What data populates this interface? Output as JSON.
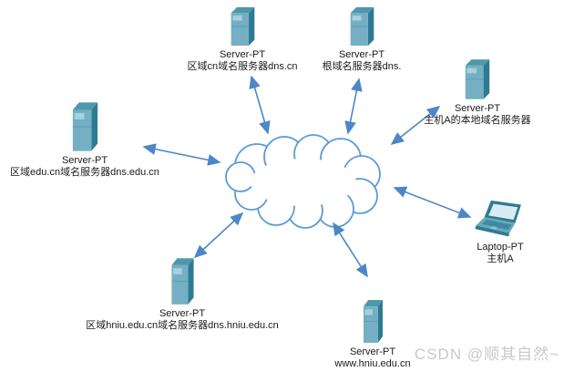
{
  "watermark": "CSDN @顺其自然~",
  "colors": {
    "arrow": "#4c87c8",
    "cloud_outline": "#5b9bd5",
    "device_teal": "#74afc3",
    "watermark": "#c9c9c9",
    "text": "#1a1a1a"
  },
  "devices": [
    {
      "id": "dns-cn",
      "type": "server",
      "model": "Server-PT",
      "label": "区域cn域名服务器dns.cn"
    },
    {
      "id": "dns-root",
      "type": "server",
      "model": "Server-PT",
      "label": "根域名服务器dns."
    },
    {
      "id": "dns-local",
      "type": "server",
      "model": "Server-PT",
      "label": "主机A的本地域名服务器"
    },
    {
      "id": "dns-edu-cn",
      "type": "server",
      "model": "Server-PT",
      "label": "区域edu.cn域名服务器dns.edu.cn"
    },
    {
      "id": "dns-hniu",
      "type": "server",
      "model": "Server-PT",
      "label": "区域hniu.edu.cn域名服务器dns.hniu.edu.cn"
    },
    {
      "id": "www-server",
      "type": "server",
      "model": "Server-PT",
      "label": "www.hniu.edu.cn"
    },
    {
      "id": "laptop",
      "type": "laptop",
      "model": "Laptop-PT",
      "label": "主机A"
    }
  ],
  "connections": [
    {
      "from": "cloud",
      "to": "dns-cn",
      "bidirectional": true
    },
    {
      "from": "cloud",
      "to": "dns-root",
      "bidirectional": true
    },
    {
      "from": "cloud",
      "to": "dns-local",
      "bidirectional": true
    },
    {
      "from": "cloud",
      "to": "dns-edu-cn",
      "bidirectional": true
    },
    {
      "from": "cloud",
      "to": "dns-hniu",
      "bidirectional": true
    },
    {
      "from": "cloud",
      "to": "www-server",
      "bidirectional": true
    },
    {
      "from": "cloud",
      "to": "laptop",
      "bidirectional": true
    }
  ]
}
